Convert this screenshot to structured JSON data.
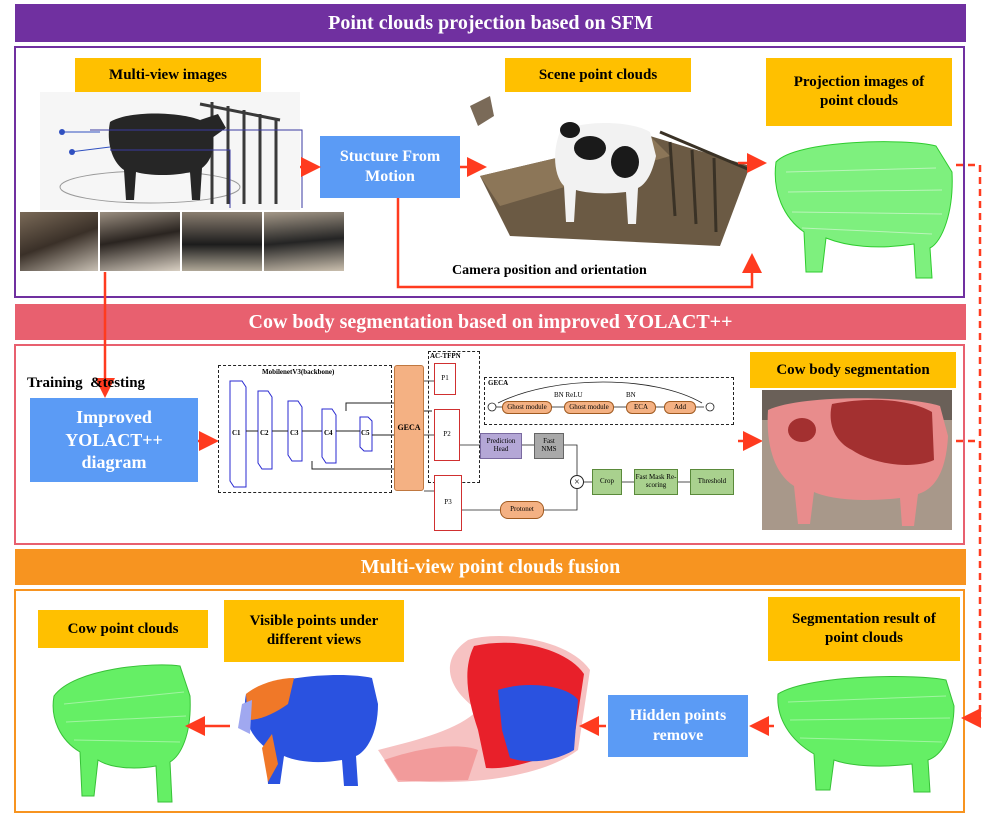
{
  "banners": {
    "sfm": "Point clouds projection based on SFM",
    "segmentation": "Cow body segmentation based on improved YOLACT++",
    "fusion": "Multi-view point clouds fusion"
  },
  "sfm_panel": {
    "multi_view_label": "Multi-view images",
    "structure_label": "Stucture From Motion",
    "scene_label": "Scene point clouds",
    "projection_label": "Projection images of point clouds",
    "camera_caption": "Camera position and orientation"
  },
  "seg_panel": {
    "training_label": "Training  &testing",
    "model_label": "Improved YOLACT++ diagram",
    "result_label": "Cow body segmentation",
    "network": {
      "backbone_label": "MobilenetV3(backbone)",
      "stages": [
        "C1",
        "C2",
        "C3",
        "C4",
        "C5"
      ],
      "geca_label": "GECA",
      "fpn_label": "AC-TFPN",
      "pyramid": [
        "P1",
        "P2",
        "P3"
      ],
      "geca_detail_title": "GECA",
      "geca_blocks": [
        "Ghost module",
        "Ghost module",
        "ECA",
        "Add"
      ],
      "geca_annotations": [
        "BN ReLU",
        "BN"
      ],
      "prediction_head": "Prediction Head",
      "fast_nms": "Fast NMS",
      "protonet": "Protonet",
      "crop": "Crop",
      "rescoring": "Fast Mask Re-scoring",
      "threshold": "Threshold",
      "combine_symbol": "×"
    }
  },
  "fusion_panel": {
    "cow_label": "Cow point clouds",
    "visible_label": "Visible points under different views",
    "hidden_label": "Hidden points remove",
    "seg_result_label": "Segmentation result of point clouds"
  },
  "colors": {
    "purple_banner": "#7030a0",
    "pink_banner": "#e8606f",
    "orange_banner": "#f79420",
    "label_yellow": "#ffc000",
    "box_blue": "#5b9bf5",
    "arrow_red": "#ff3b1f",
    "point_green": "#33dd33",
    "point_blue": "#2a52e0",
    "point_red": "#e8202a",
    "point_orange": "#f07828"
  }
}
